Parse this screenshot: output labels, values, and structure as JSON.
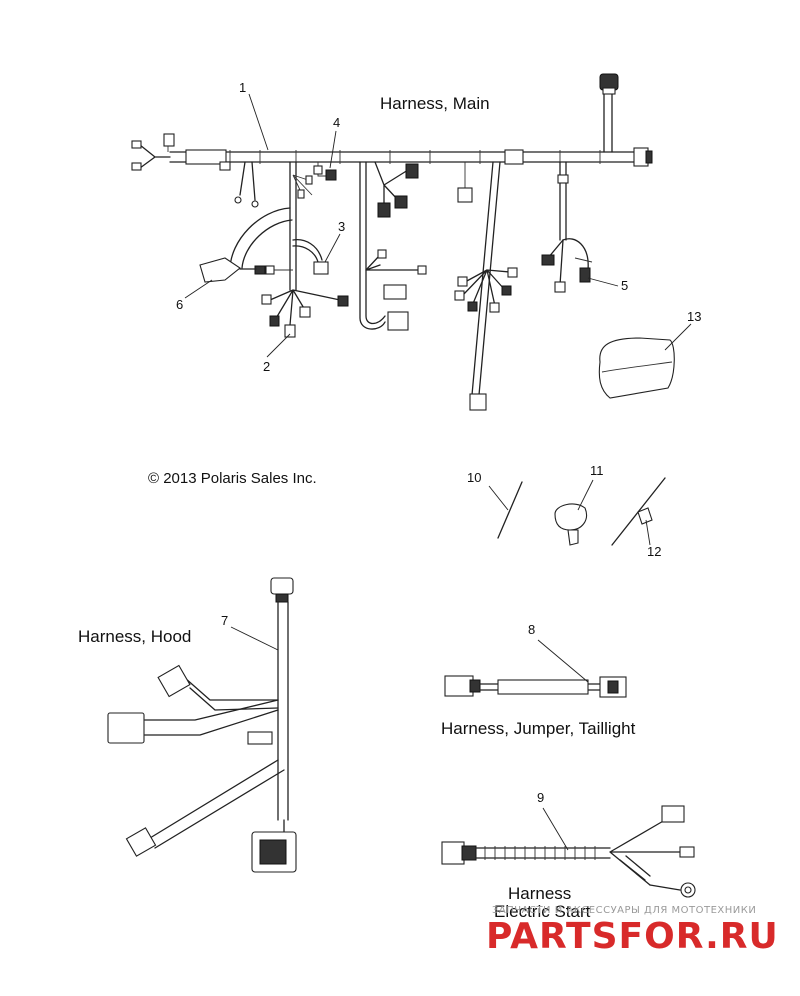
{
  "titles": {
    "main": "Harness, Main",
    "hood": "Harness, Hood",
    "taillight": "Harness, Jumper, Taillight",
    "electric_start_1": "Harness",
    "electric_start_2": "Electric Start"
  },
  "copyright": "© 2013 Polaris Sales Inc.",
  "callouts": {
    "c1": "1",
    "c2": "2",
    "c3": "3",
    "c4": "4",
    "c5": "5",
    "c6": "6",
    "c7": "7",
    "c8": "8",
    "c9": "9",
    "c10": "10",
    "c11": "11",
    "c12": "12",
    "c13": "13"
  },
  "watermark": {
    "tagline": "ЗАПЧАСТИ И АКСЕССУАРЫ ДЛЯ МОТОТЕХНИКИ",
    "brand": "PARTSFOR.RU"
  }
}
